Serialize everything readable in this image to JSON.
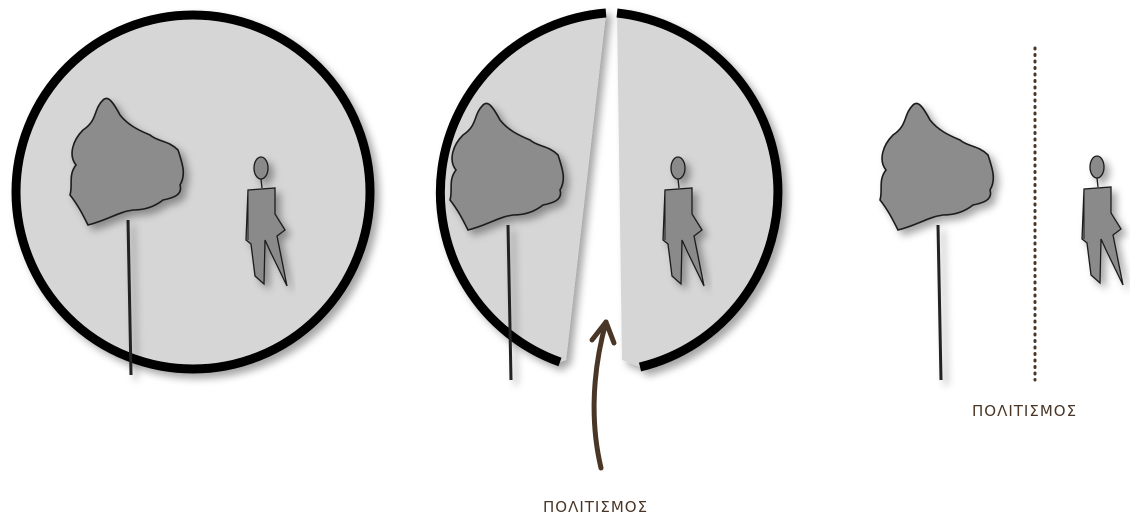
{
  "diagram": {
    "labels": {
      "center": "ΠΟΛΙΤΙΣΜΟΣ",
      "right": "ΠΟΛΙΤΙΣΜΟΣ"
    },
    "colors": {
      "circle_fill": "#d6d6d6",
      "circle_stroke": "#000000",
      "tree_fill": "#8c8c8c",
      "person_fill": "#8a8a8a",
      "arrow": "#4a3626",
      "dotted_line": "#4a3626"
    },
    "panels": [
      {
        "name": "whole-circle",
        "contents": [
          "tree-icon",
          "person-icon"
        ]
      },
      {
        "name": "split-circle",
        "contents": [
          "tree-icon",
          "person-icon",
          "arrow-icon"
        ]
      },
      {
        "name": "separated",
        "contents": [
          "tree-icon",
          "dotted-divider",
          "person-icon"
        ]
      }
    ]
  }
}
